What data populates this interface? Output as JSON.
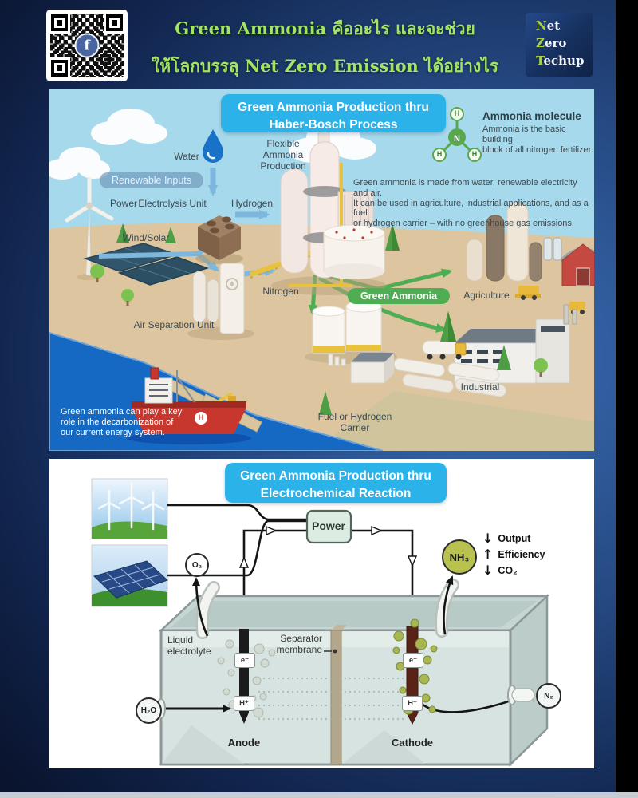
{
  "header": {
    "title_line1": "Green Ammonia คืออะไร และจะช่วย",
    "title_line2": "ให้โลกบรรลุ Net Zero Emission ได้อย่างไร",
    "qr": {
      "center_letter": "f"
    },
    "logo": {
      "word1_initial": "N",
      "word1_rest": "et",
      "word2_initial": "Z",
      "word2_rest": "ero",
      "word3_initial": "T",
      "word3_rest": "echup"
    }
  },
  "panel1": {
    "title_line1": "Green Ammonia Production thru",
    "title_line2": "Haber-Bosch Process",
    "molecule": {
      "heading": "Ammonia molecule",
      "description": "Ammonia is the basic building\nblock of all nitrogen fertilizer.",
      "nitrogen": "N",
      "hydrogen": "H"
    },
    "labels": {
      "water": "Water",
      "renewable_inputs": "Renewable Inputs",
      "power": "Power",
      "electrolysis_unit": "Electrolysis Unit",
      "hydrogen": "Hydrogen",
      "flexible_production": "Flexible\nAmmonia\nProduction",
      "wind_solar": "Wind/Solar",
      "nitrogen": "Nitrogen",
      "air_separation_unit": "Air Separation Unit",
      "green_ammonia": "Green Ammonia",
      "agriculture": "Agriculture",
      "industrial": "Industrial",
      "fuel_or_hydrogen_carrier": "Fuel or Hydrogen\nCarrier"
    },
    "description": "Green ammonia is made from water, renewable electricity and air.\nIt can be used in agriculture, industrial applications, and as a fuel\nor hydrogen carrier – with no greenhouse gas emissions.",
    "ship_note": "Green ammonia can play a key\nrole in the decarbonization of\nour current energy system.",
    "ship_helipad_letter": "H"
  },
  "panel2": {
    "title_line1": "Green Ammonia Production thru",
    "title_line2": "Electrochemical Reaction",
    "power": "Power",
    "o2": "O₂",
    "nh3": "NH₃",
    "h2o": "H₂O",
    "n2": "N₂",
    "outputs": [
      {
        "arrow": "↓",
        "label": "Output"
      },
      {
        "arrow": "↑",
        "label": "Efficiency"
      },
      {
        "arrow": "↓",
        "label": "CO₂"
      }
    ],
    "cell": {
      "liquid_electrolyte": "Liquid\nelectrolyte",
      "separator_membrane": "Separator\nmembrane",
      "anode": "Anode",
      "cathode": "Cathode",
      "h_plus": "H⁺",
      "e_minus": "e⁻"
    }
  },
  "colors": {
    "accent_blue": "#2bb2e9",
    "arrow_green": "#4fae53",
    "arrow_blue": "#7db7dd",
    "title_green": "#a2e563",
    "water_blue": "#1569c2",
    "nh3_olive": "#b9c24e"
  }
}
